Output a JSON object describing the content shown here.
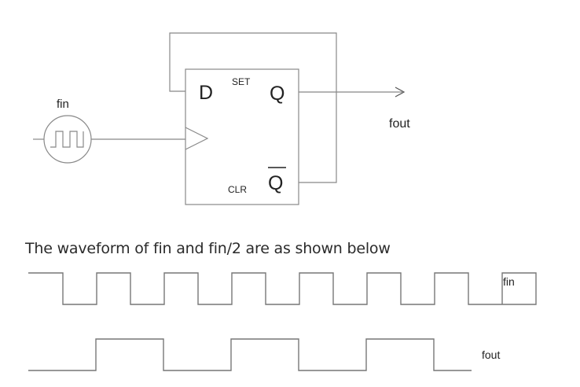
{
  "circuit": {
    "d_label": "D",
    "set_label": "SET",
    "q_label": "Q",
    "qbar_label": "Q",
    "clr_label": "CLR",
    "input_label": "fin",
    "output_label": "fout"
  },
  "caption": "The waveform of fin and fin/2 are as shown below",
  "waveforms": [
    {
      "label": "fin",
      "levels": [
        1,
        0,
        1,
        0,
        1,
        0,
        1,
        0,
        1,
        0,
        1,
        0,
        1,
        0,
        1,
        0
      ]
    },
    {
      "label": "fout",
      "levels": [
        0,
        1,
        1,
        0,
        0,
        1,
        1,
        0,
        0,
        1,
        1,
        0
      ]
    }
  ]
}
